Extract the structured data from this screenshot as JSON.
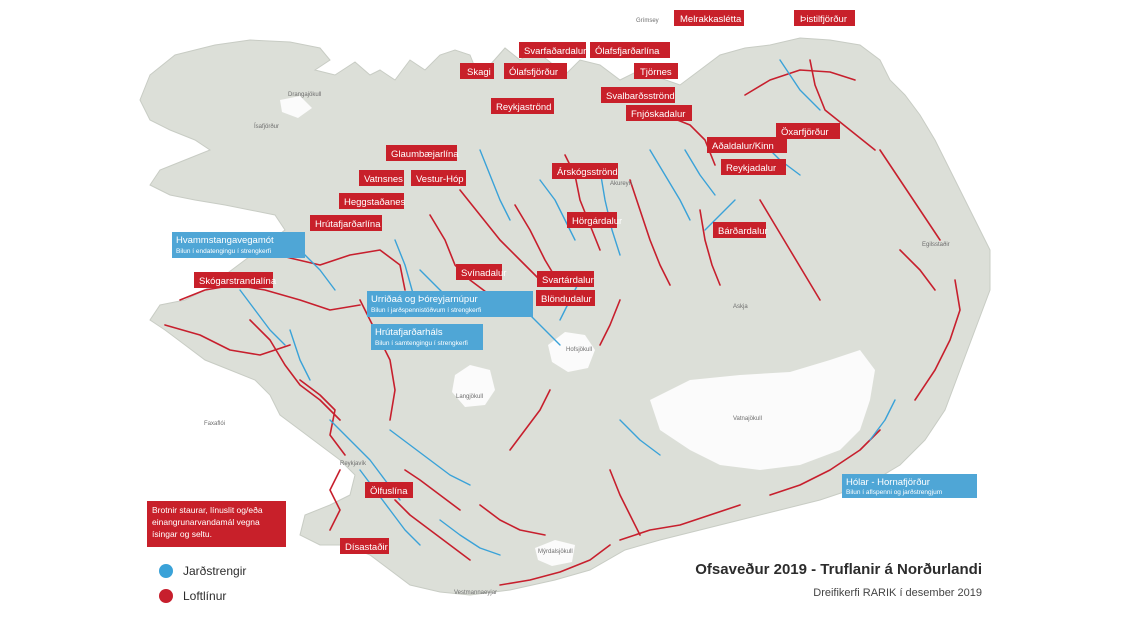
{
  "map": {
    "title": "Ofsaveður 2019 - Truflanir á Norðurlandi",
    "subtitle": "Dreifikerfi RARIK í desember 2019",
    "colors": {
      "land": "#dcdfd8",
      "glacier": "#fbfbfb",
      "underground": "#3aa2d8",
      "overhead": "#c71f2d"
    },
    "legend": {
      "underground": "Jarðstrengir",
      "overhead": "Loftlínur"
    },
    "note": {
      "lines": [
        "Brotnir staurar, línuslit og/eða",
        "einangrunarvandamál vegna",
        "ísingar og seltu."
      ]
    },
    "red_labels": [
      "Melrakkaslétta",
      "Þistilfjörður",
      "Svarfaðardalur",
      "Ólafsfjarðarlína",
      "Skagi",
      "Ólafsfjörður",
      "Tjörnes",
      "Reykjaströnd",
      "Svalbarðsströnd",
      "Fnjóskadalur",
      "Öxarfjörður",
      "Aðaldalur/Kinn",
      "Glaumbæjarlína",
      "Reykjadalur",
      "Árskógsströnd",
      "Vatnsnes",
      "Vestur-Hóp",
      "Heggstaðanes",
      "Hrútafjarðarlína",
      "Hörgárdalur",
      "Bárðardalur",
      "Skógarstrandalína",
      "Svínadalur",
      "Svartárdalur",
      "Blöndudalur",
      "Ölfuslína",
      "Dísastaðir"
    ],
    "blue_labels": [
      {
        "title": "Hvammstangavegamót",
        "sub": "Bilun í endatengingu í strengkerfi"
      },
      {
        "title": "Urriðaá og Þóreyjarnúpur",
        "sub": "Bilun í jarðspennistöðvum í strengkerfi"
      },
      {
        "title": "Hrútafjarðarháls",
        "sub": "Bilun í samtengingu í strengkerfi"
      },
      {
        "title": "Hólar - Hornafjörður",
        "sub": "Bilun í aflspenni og jarðstrengjum"
      }
    ],
    "places": [
      "Grímsey",
      "Drangajökull",
      "Ísafjörður",
      "Hofsjökull",
      "Langjökull",
      "Vatnajökull",
      "Askja",
      "Faxaflói",
      "Reykjavík",
      "Mýrdalsjökull",
      "Vestmannaeyjar",
      "Egilsstaðir",
      "Akureyri"
    ]
  }
}
